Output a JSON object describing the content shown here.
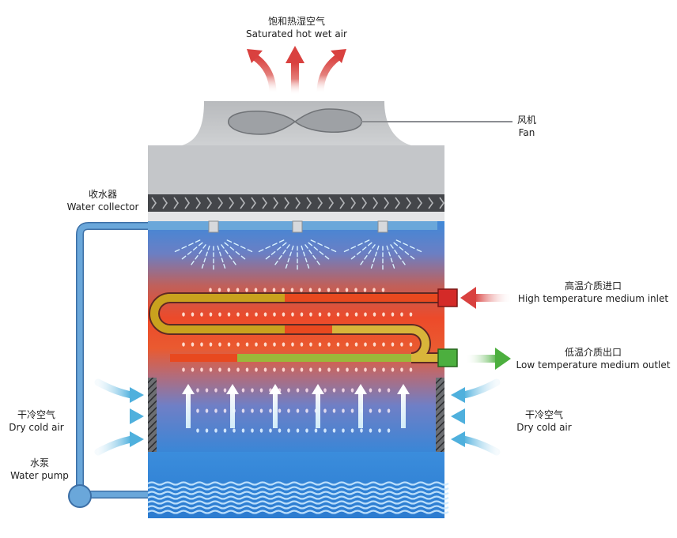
{
  "labels": {
    "saturated_air": {
      "cn": "饱和热湿空气",
      "en": "Saturated hot wet air"
    },
    "fan": {
      "cn": "风机",
      "en": "Fan"
    },
    "water_collector": {
      "cn": "收水器",
      "en": "Water collector"
    },
    "high_temp_inlet": {
      "cn": "高温介质进口",
      "en": "High temperature medium inlet"
    },
    "low_temp_outlet": {
      "cn": "低温介质出口",
      "en": "Low temperature medium outlet"
    },
    "dry_cold_air_left": {
      "cn": "干冷空气",
      "en": "Dry cold air"
    },
    "dry_cold_air_right": {
      "cn": "干冷空气",
      "en": "Dry cold air"
    },
    "water_pump": {
      "cn": "水泵",
      "en": "Water pump"
    }
  },
  "colors": {
    "hot_arrow": "#d9413f",
    "inlet_box": "#d42a28",
    "outlet_box": "#4caf3e",
    "cold_arrow": "#5ab6de",
    "pipe_blue": "#6aa7da",
    "casing_gray": "#c4c6c9",
    "water_blue": "#2f7fd6"
  }
}
